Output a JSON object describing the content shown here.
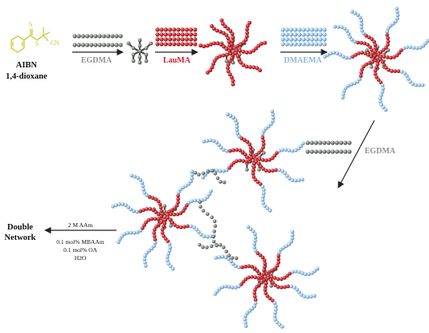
{
  "reagents": {
    "initiator": "AIBN",
    "solvent": "1,4-dioxane",
    "crosslinker_1": "EGDMA",
    "monomer_1": "LauMA",
    "monomer_2": "DMAEMA",
    "crosslinker_2": "EGDMA"
  },
  "final_step": {
    "conditions": [
      "2 M AAm",
      "0.1 mol% MBAAm",
      "0.1 mol% OA",
      "H2O"
    ],
    "product_line1": "Double",
    "product_line2": "Network"
  },
  "colors": {
    "egdma": "#6f746f",
    "lauma": "#c8232c",
    "dmaema": "#8ab8e2",
    "core": "#5f635f",
    "cta": "#c9c42a",
    "arrow": "#222222"
  }
}
